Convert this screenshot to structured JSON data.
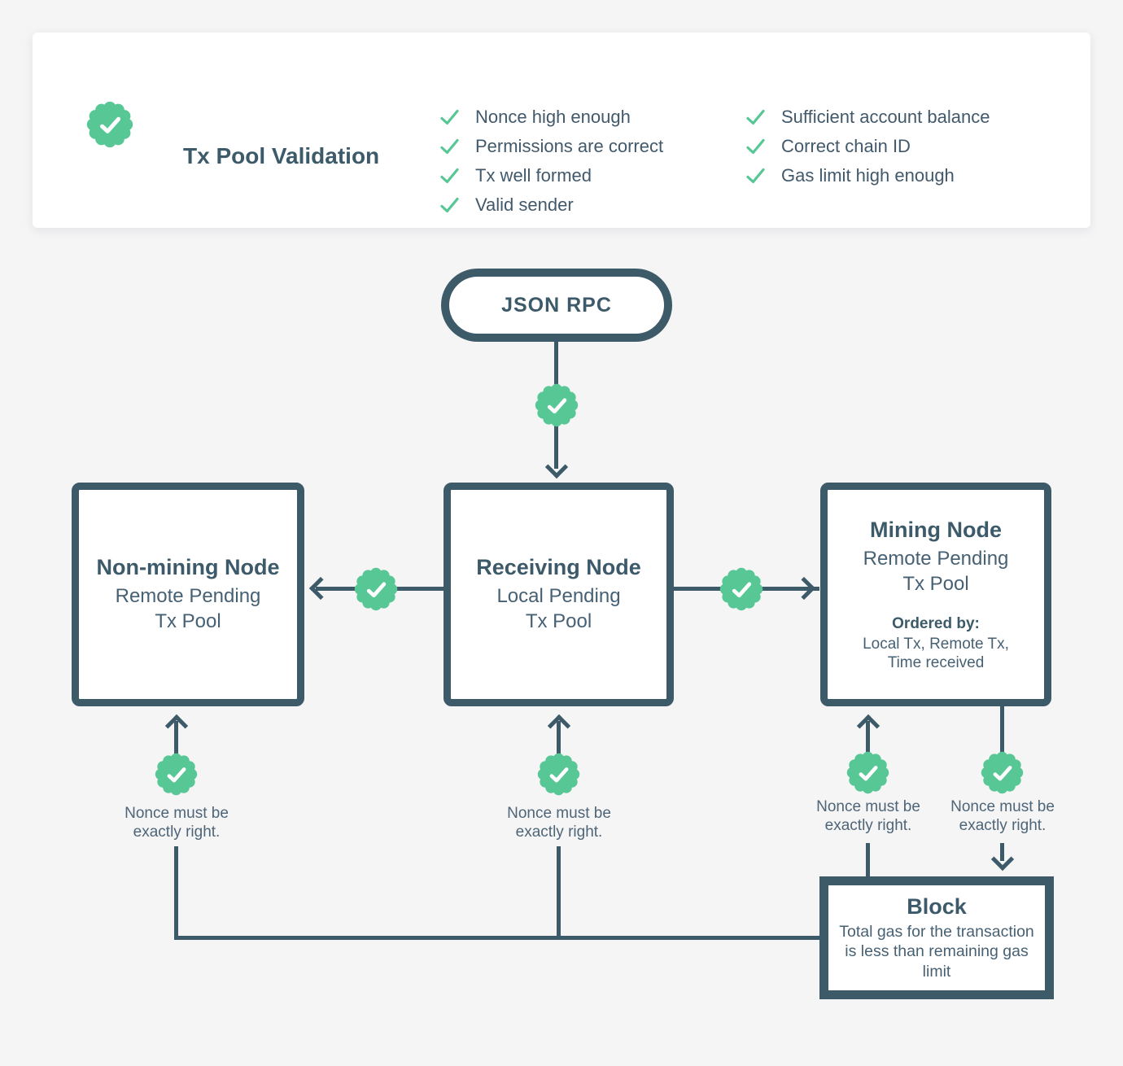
{
  "colors": {
    "background": "#f5f5f6",
    "slate": "#3d5a69",
    "green": "#57c795",
    "card_background": "#ffffff",
    "body_text": "#476174"
  },
  "validation_card": {
    "badge_icon": "seal-check-icon",
    "title": "Tx Pool Validation",
    "checklist_left": [
      "Nonce high enough",
      "Permissions are correct",
      "Tx well formed",
      "Valid sender"
    ],
    "checklist_right": [
      "Sufficient account balance",
      "Correct chain ID",
      "Gas limit high enough"
    ]
  },
  "flowchart": {
    "json_rpc_label": "JSON RPC",
    "nodes": {
      "non_mining": {
        "title": "Non-mining Node",
        "subtitle": "Remote Pending\nTx Pool"
      },
      "receiving": {
        "title": "Receiving Node",
        "subtitle": "Local Pending\nTx Pool"
      },
      "mining": {
        "title": "Mining Node",
        "subtitle": "Remote Pending\nTx Pool",
        "ordered_by_label": "Ordered by:",
        "ordered_by_detail": "Local Tx, Remote Tx,\nTime received"
      },
      "block": {
        "title": "Block",
        "subtitle": "Total gas for the transaction is less than remaining gas limit"
      }
    },
    "nonce_notes": [
      "Nonce must be exactly right.",
      "Nonce must be exactly right.",
      "Nonce must be exactly right.",
      "Nonce must be exactly right."
    ]
  }
}
